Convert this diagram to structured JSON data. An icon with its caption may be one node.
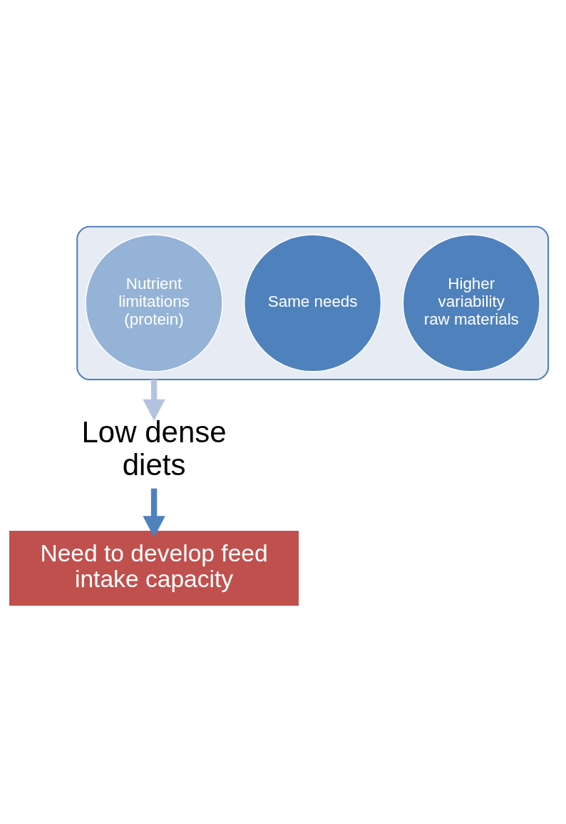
{
  "diagram": {
    "nodes": [
      {
        "text": [],
        "shape": "funnel"
      },
      {
        "text": [
          "Higher variability raw materials"
        ],
        "in": 0
      },
      {
        "text": [
          "Same needs"
        ],
        "in": 0
      },
      {
        "text": [
          "Nutrient limitations (protein)"
        ],
        "in": 0
      },
      {
        "text": [
          "Low dense diets"
        ]
      },
      {
        "text": [
          "Need to develop feed intake capacity"
        ]
      }
    ],
    "edges": [
      {
        "from": 0,
        "to": 4,
        "arrow": "to",
        "color": "#b3c3e0"
      },
      {
        "from": 4,
        "to": 5,
        "arrow": "to",
        "color": "#4f81bd"
      }
    ]
  }
}
